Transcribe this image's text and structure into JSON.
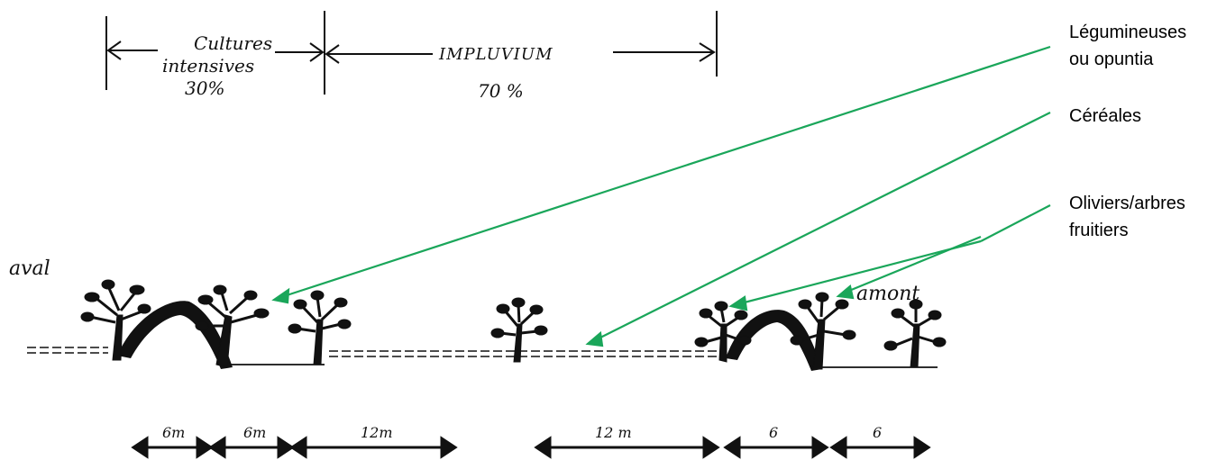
{
  "header_segments": {
    "left_label_line1": "Cultures",
    "left_label_line2": "intensives",
    "left_label_line3": "30%",
    "right_label_line1": "IMPLUVIUM",
    "right_label_line2": "70 %"
  },
  "side_labels": {
    "downstream": "aval",
    "upstream": "amont"
  },
  "legend_labels": {
    "legumes_line1": "Légumineuses",
    "legumes_line2": "ou opuntia",
    "cereals": "Céréales",
    "trees_line1": "Oliviers/arbres",
    "trees_line2": "fruitiers"
  },
  "spacings": [
    "6m",
    "6m",
    "12m",
    "12 m",
    "6",
    "6"
  ],
  "colors": {
    "annotation_line": "#1aa65a",
    "sketch_ink": "#111111"
  }
}
